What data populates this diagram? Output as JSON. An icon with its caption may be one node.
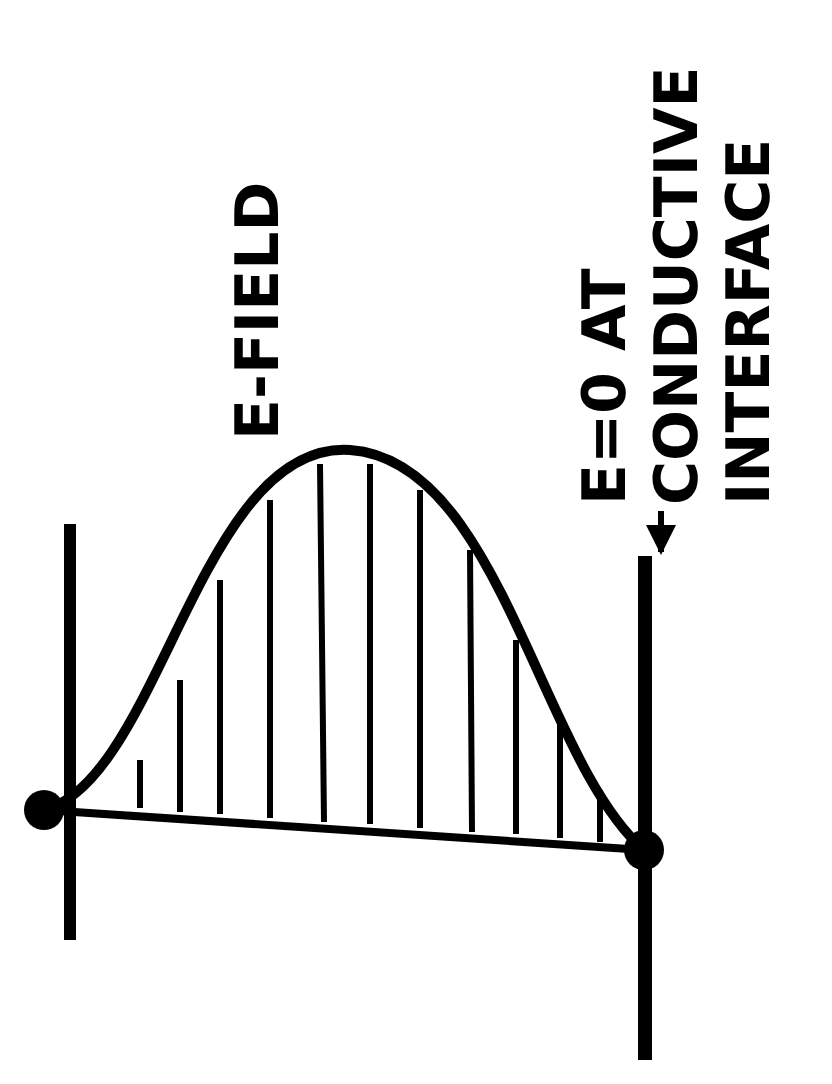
{
  "diagram": {
    "nodes": [
      {
        "text": [
          "E=0 AT CONDUCTIVE INTERFACE"
        ]
      },
      {
        "text": [],
        "shape": "bar"
      }
    ],
    "edges": [
      {
        "from": 0,
        "to": 1,
        "arrow": "to"
      }
    ],
    "labels": [
      "E-FIELD"
    ]
  }
}
